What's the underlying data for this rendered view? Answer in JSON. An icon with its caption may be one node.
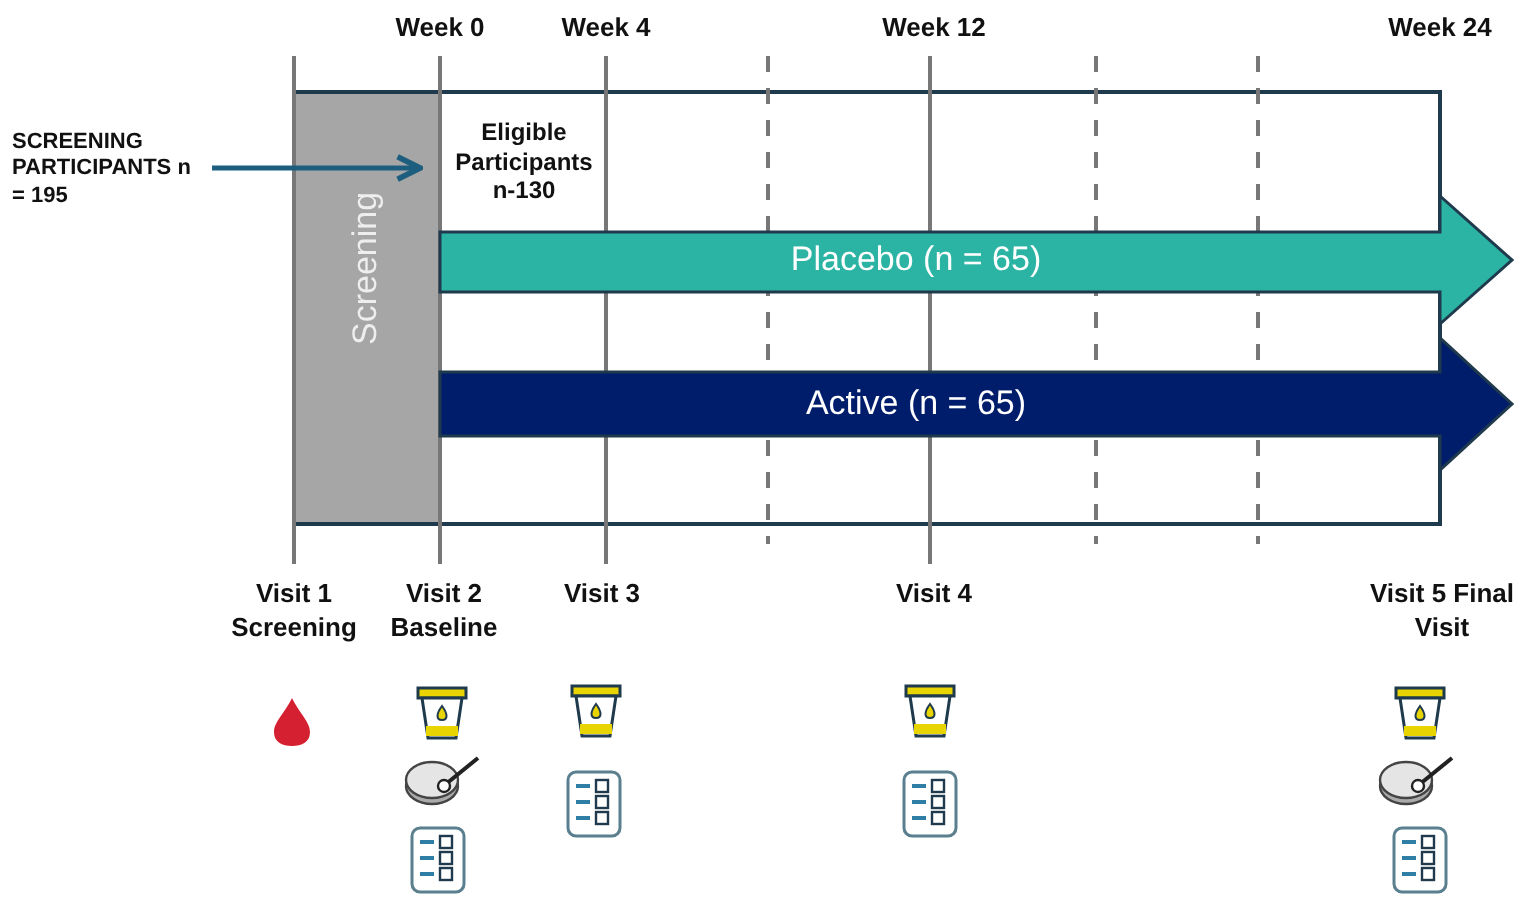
{
  "diagram": {
    "nodes": [
      {
        "text": [
          "SCREENING PARTICIPANTS n = 195"
        ]
      },
      {
        "text": [
          "Screening"
        ]
      },
      {
        "text": [
          "Eligible Participants n-130"
        ]
      },
      {
        "text": [
          "Placebo (n = 65)"
        ]
      },
      {
        "text": [
          "Active (n = 65)"
        ]
      }
    ],
    "edges": [
      {
        "from": 0,
        "to": 2,
        "arrow": "to"
      }
    ],
    "labels": [
      "Week 0",
      "Week 4",
      "Week 12",
      "Week 24",
      "Visit 1 Screening",
      "Visit 2 Baseline",
      "Visit 3",
      "Visit 4",
      "Visit 5 Final Visit"
    ]
  }
}
